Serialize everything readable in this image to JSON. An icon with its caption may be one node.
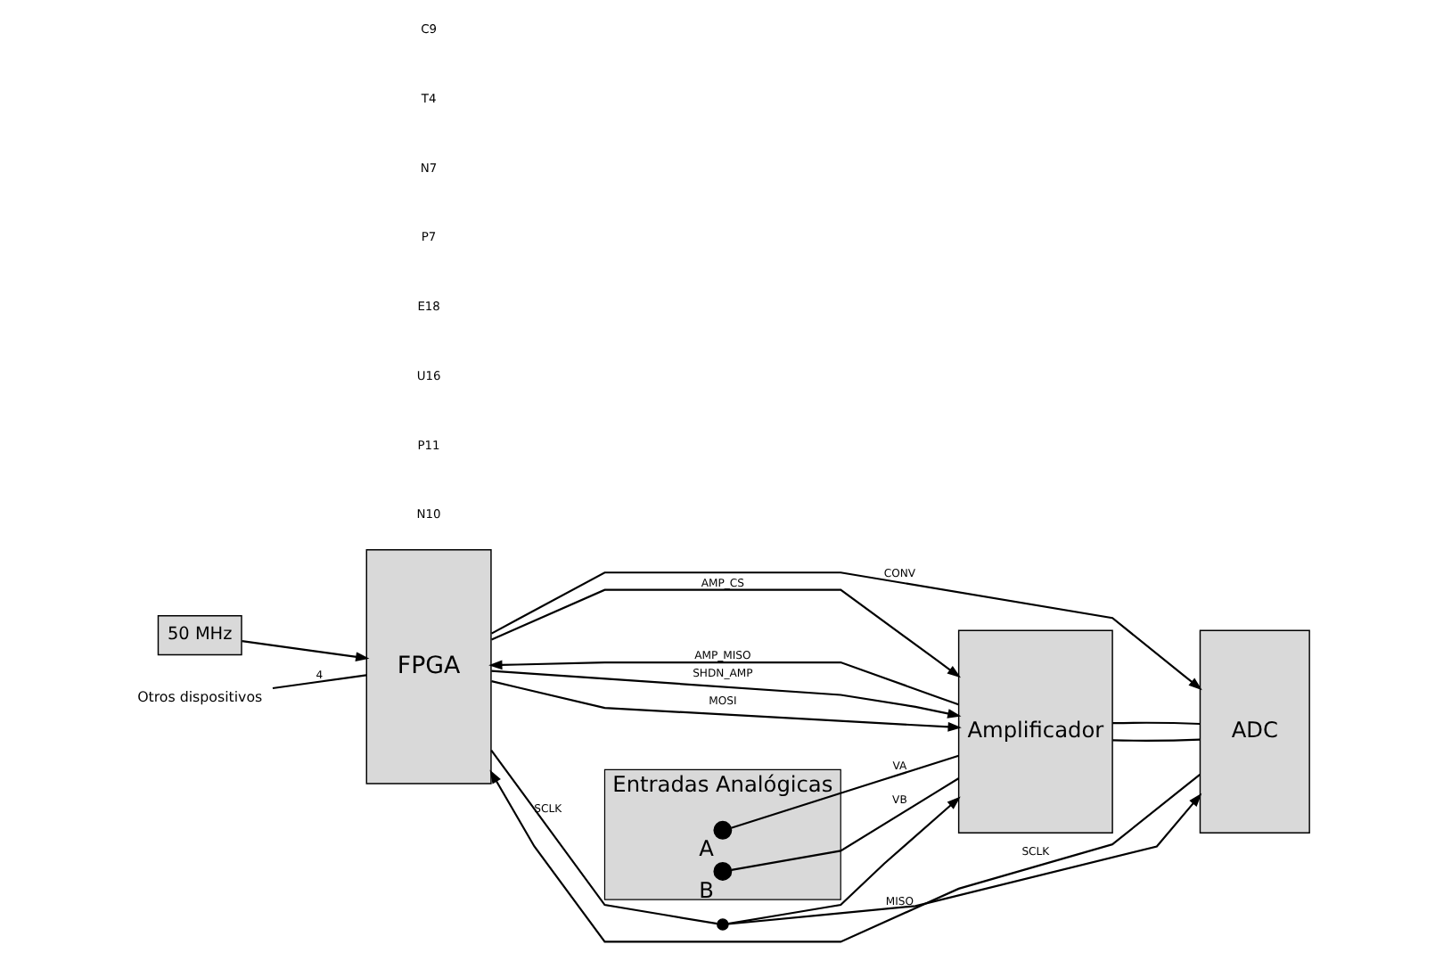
{
  "diagram": {
    "nodes": [
      {
        "text": [
          "Entradas Analógicas"
        ]
      },
      {
        "text": [],
        "shape": "circle",
        "in": 0,
        "beside": [
          "A"
        ]
      },
      {
        "text": [],
        "shape": "circle",
        "in": 0,
        "beside": [
          "B"
        ]
      },
      {
        "text": [
          "Amplificador"
        ]
      },
      {
        "text": [
          "ADC"
        ]
      },
      {
        "text": [
          "50 MHz"
        ]
      },
      {
        "text": [
          "FPGA"
        ]
      },
      {
        "text": [],
        "shape": "circle"
      },
      {
        "text": [
          "Otros dispositivos"
        ]
      }
    ],
    "edges": [
      {
        "from": 1,
        "to": 3,
        "arrow": "none",
        "label": "VA"
      },
      {
        "from": 2,
        "to": 3,
        "arrow": "none",
        "label": "VB"
      },
      {
        "from": 3,
        "to": 4,
        "arrow": "none"
      },
      {
        "from": 3,
        "to": 4,
        "arrow": "none"
      },
      {
        "from": 5,
        "to": 6,
        "arrow": "to"
      },
      {
        "from": 6,
        "to": 3,
        "arrow": "to",
        "label": "MOSI"
      },
      {
        "from": 6,
        "to": 3,
        "arrow": "to",
        "label": "AMP_CS"
      },
      {
        "from": 6,
        "to": 3,
        "arrow": "to",
        "label": "SHDN_AMP"
      },
      {
        "from": 3,
        "to": 6,
        "arrow": "to",
        "label": "AMP_MISO"
      },
      {
        "from": 6,
        "to": 7,
        "arrow": "none",
        "label": "SCLK"
      },
      {
        "from": 7,
        "to": 3,
        "arrow": "to"
      },
      {
        "from": 7,
        "to": 4,
        "arrow": "to",
        "label": "SCLK"
      },
      {
        "from": 6,
        "to": 4,
        "arrow": "to",
        "label": "CONV"
      },
      {
        "from": 4,
        "to": 6,
        "arrow": "to",
        "label": "MISO"
      },
      {
        "from": 8,
        "to": 6,
        "arrow": "none",
        "label": "4"
      }
    ],
    "labels": [
      "C9",
      "T4",
      "N7",
      "P7",
      "E18",
      "U16",
      "P11",
      "N10"
    ]
  }
}
